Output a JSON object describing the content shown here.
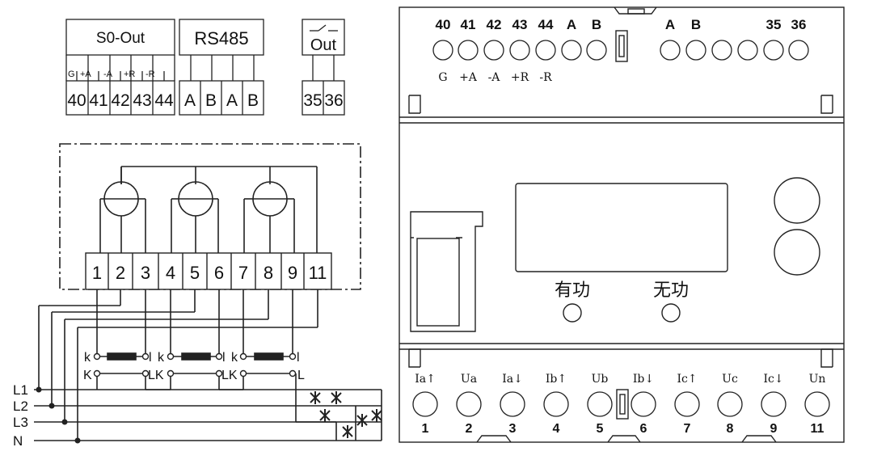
{
  "terminal_blocks": {
    "s0_title": "S0-Out",
    "s0_sublabels": [
      "G",
      "+A",
      "-A",
      "+R",
      "-R"
    ],
    "s0_numbers": [
      "40",
      "41",
      "42",
      "43",
      "44"
    ],
    "rs485_title": "RS485",
    "rs485_labels": [
      "A",
      "B",
      "A",
      "B"
    ],
    "out_title": "Out",
    "out_numbers": [
      "35",
      "36"
    ]
  },
  "wiring": {
    "terminals": [
      "1",
      "2",
      "3",
      "4",
      "5",
      "6",
      "7",
      "8",
      "9",
      "11"
    ],
    "ct_upper": [
      "k",
      "l",
      "k",
      "l",
      "k",
      "l"
    ],
    "ct_lower": [
      "K",
      "LK",
      "LK",
      "L"
    ],
    "lines": [
      "L1",
      "L2",
      "L3",
      "N"
    ]
  },
  "meter": {
    "top_numbers": [
      "40",
      "41",
      "42",
      "43",
      "44",
      "A",
      "B",
      "A",
      "B",
      "35",
      "36"
    ],
    "top_sub": [
      "G",
      "+A",
      "-A",
      "+R",
      "-R"
    ],
    "indicator_active": "有功",
    "indicator_reactive": "无功",
    "bottom_labels": [
      "Ia↑",
      "Ua",
      "Ia↓",
      "Ib↑",
      "Ub",
      "Ib↓",
      "Ic↑",
      "Uc",
      "Ic↓",
      "Un"
    ],
    "bottom_numbers": [
      "1",
      "2",
      "3",
      "4",
      "5",
      "6",
      "7",
      "8",
      "9",
      "11"
    ]
  }
}
